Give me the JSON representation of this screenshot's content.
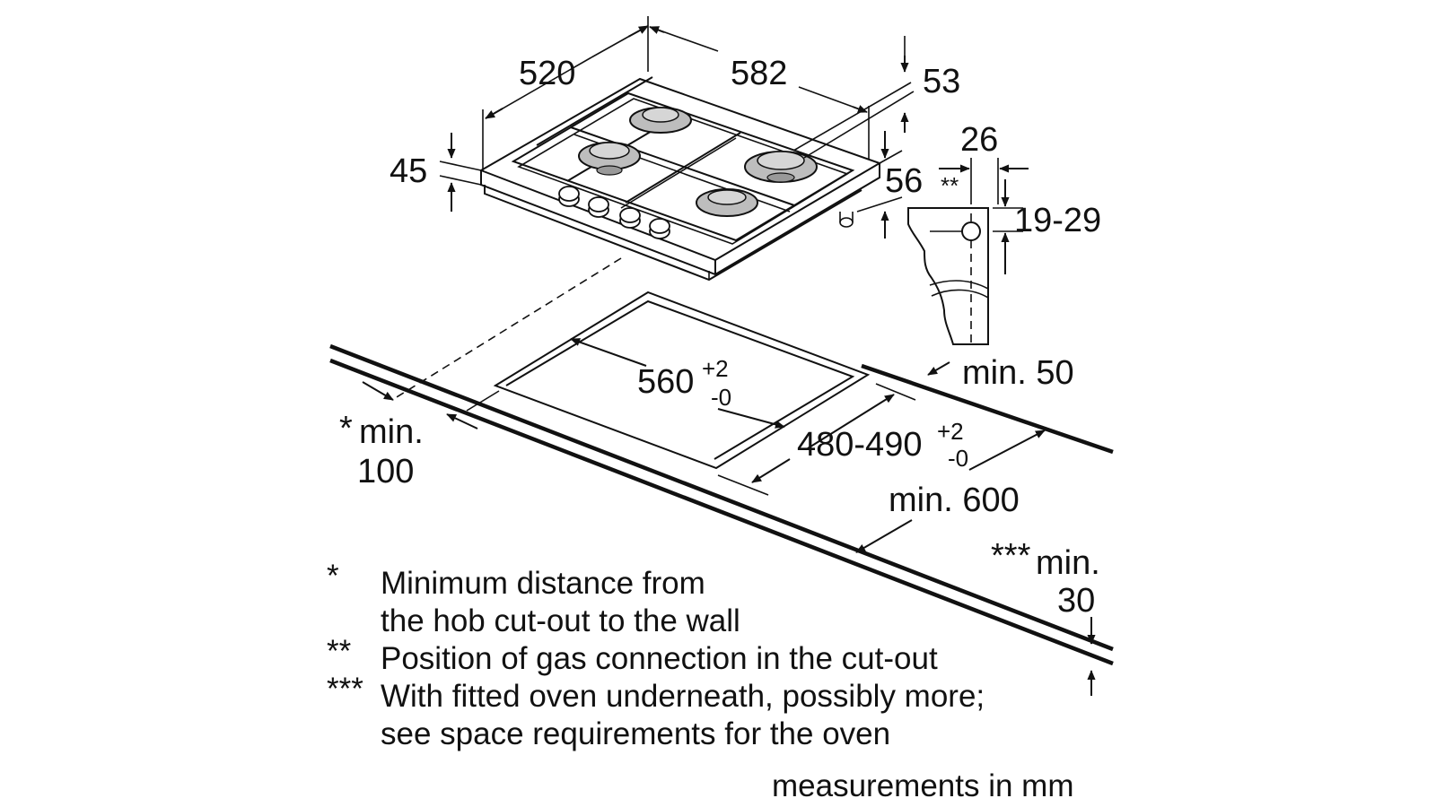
{
  "dimensions": {
    "hob_depth": "520",
    "hob_width": "582",
    "knob_height": "53",
    "hob_height": "45",
    "burner_height": "56",
    "gas_offset": "26",
    "gas_marker": "**",
    "gas_height": "19-29",
    "min_back": "min. 50",
    "cutout_width": "560",
    "cutout_width_tol_plus": "+2",
    "cutout_width_tol_minus": "-0",
    "cutout_depth": "480-490",
    "cutout_depth_tol_plus": "+2",
    "cutout_depth_tol_minus": "-0",
    "min_wall_marker": "*",
    "min_wall_line1": "min.",
    "min_wall_line2": "100",
    "min_worktop": "min. 600",
    "min_thick_marker": "***",
    "min_thick_line1": "min.",
    "min_thick_line2": "30"
  },
  "notes": [
    {
      "marker": "*",
      "line1": "Minimum distance from",
      "line2": "the hob cut-out to the wall"
    },
    {
      "marker": "**",
      "line1": "Position of gas connection in the cut-out",
      "line2": ""
    },
    {
      "marker": "***",
      "line1": "With fitted oven underneath, possibly more;",
      "line2": "see space requirements for the oven"
    }
  ],
  "footer": "measurements in mm"
}
